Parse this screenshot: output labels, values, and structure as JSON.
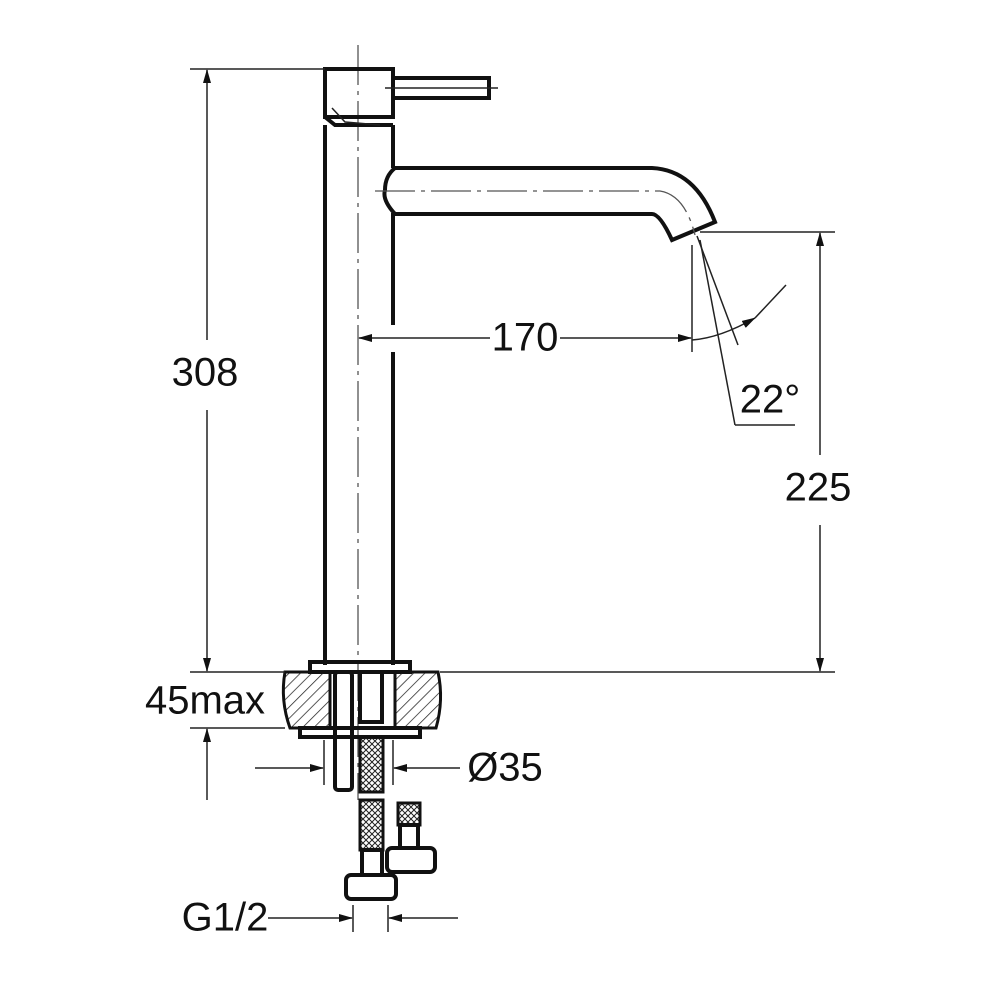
{
  "drawing": {
    "title": "Tall basin mixer tap dimension drawing",
    "dimensions": {
      "overall_height": "308",
      "spout_height": "225",
      "spout_reach": "170",
      "spout_angle": "22°",
      "max_counter_thickness": "45max",
      "hole_diameter": "Ø35",
      "connection_thread": "G1/2"
    },
    "line_color": "#111111"
  }
}
